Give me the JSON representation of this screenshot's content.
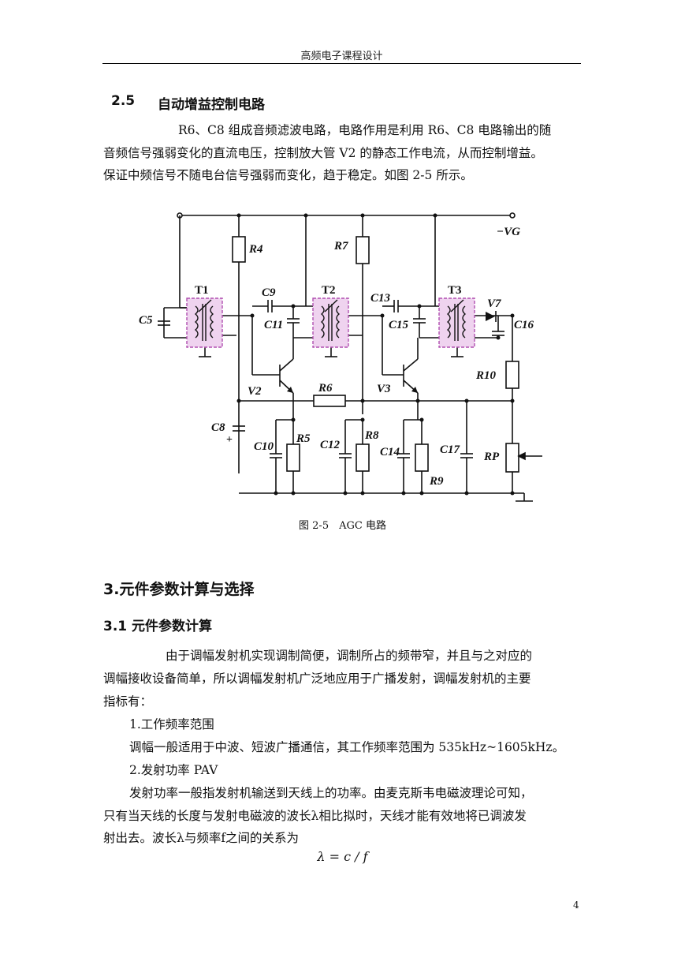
{
  "header": {
    "title": "高频电子课程设计"
  },
  "section25": {
    "number": "2.5",
    "title": "自动增益控制电路",
    "lines": [
      "R6、C8 组成音频滤波电路，电路作用是利用 R6、C8 电路输出的随",
      "音频信号强弱变化的直流电压，控制放大管 V2 的静态工作电流，从而控制增益。",
      "保证中频信号不随电台信号强弱而变化，趋于稳定。如图 2-5 所示。"
    ]
  },
  "figure": {
    "caption": "图 2-5　AGC 电路",
    "labels": {
      "vg": "−VG",
      "t1": "T1",
      "t2": "T2",
      "t3": "T3",
      "r4": "R4",
      "r7": "R7",
      "r6": "R6",
      "r10": "R10",
      "r5": "R5",
      "r8": "R8",
      "r9": "R9",
      "rp": "RP",
      "c5": "C5",
      "c9": "C9",
      "c11": "C11",
      "c13": "C13",
      "c15": "C15",
      "c16": "C16",
      "c8": "C8",
      "c10": "C10",
      "c12": "C12",
      "c14": "C14",
      "c17": "C17",
      "v2": "V2",
      "v3": "V3",
      "v7": "V7"
    }
  },
  "section3": {
    "title": "3.元件参数计算与选择"
  },
  "section31": {
    "title": "3.1  元件参数计算",
    "para1": [
      "由于调幅发射机实现调制简便，调制所占的频带窄，并且与之对应的",
      "调幅接收设备简单，所以调幅发射机广泛地应用于广播发射，调幅发射机的主要",
      "指标有："
    ],
    "item1_title": "1.工作频率范围",
    "item1_text": "调幅一般适用于中波、短波广播通信，其工作频率范围为 535kHz~1605kHz。",
    "item2_title": "2.发射功率 PAV",
    "item2_lines": [
      "发射功率一般指发射机输送到天线上的功率。由麦克斯韦电磁波理论可知，",
      "只有当天线的长度与发射电磁波的波长λ相比拟时，天线才能有效地将已调波发",
      "射出去。波长λ与频率f之间的关系为"
    ],
    "formula": "λ = c / f"
  },
  "page": {
    "number": "4"
  }
}
